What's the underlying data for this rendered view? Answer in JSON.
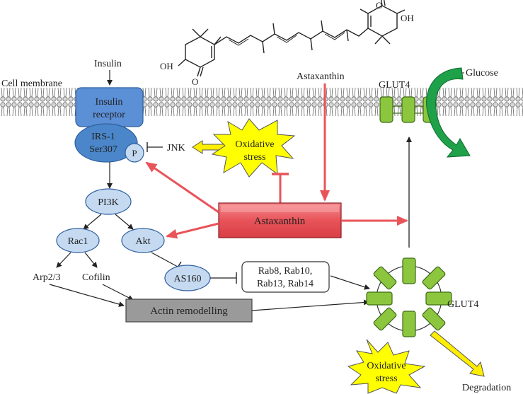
{
  "labels": {
    "cell_membrane": "Cell membrane",
    "insulin": "Insulin",
    "insulin_receptor_line1": "Insulin",
    "insulin_receptor_line2": "receptor",
    "astaxanthin_top": "Astaxanthin",
    "astaxanthin_center": "Astaxanthin",
    "glut4_membrane": "GLUT4",
    "glucose": "Glucose",
    "irs1_line1": "IRS-1",
    "irs1_line2": "Ser307",
    "phospho": "P",
    "jnk": "JNK",
    "oxidative_stress_top_line1": "Oxidative",
    "oxidative_stress_top_line2": "stress",
    "pi3k": "PI3K",
    "rac1": "Rac1",
    "akt": "Akt",
    "arp23": "Arp2/3",
    "cofilin": "Cofilin",
    "as160": "AS160",
    "rab_line1": "Rab8, Rab10,",
    "rab_line2": "Rab13, Rab14",
    "actin_remodelling": "Actin remodelling",
    "glut4_vesicle": "GLUT4",
    "oxidative_stress_bottom_line1": "Oxidative",
    "oxidative_stress_bottom_line2": "stress",
    "degradation": "Degradation",
    "oh_left": "OH",
    "oh_right": "OH",
    "o_left": "O",
    "o_right": "O"
  },
  "colors": {
    "receptor_fill": "#5b8fd6",
    "irs_fill": "#4a86c9",
    "node_fill": "#c5daf1",
    "glut_green": "#8cc63f",
    "glucose_arrow": "#1fa14a",
    "astaxanthin_red": "#e8545a",
    "star_yellow": "#ffff00",
    "yellow_arrow": "#ffee00",
    "actin_gray": "#9a9a9a"
  }
}
